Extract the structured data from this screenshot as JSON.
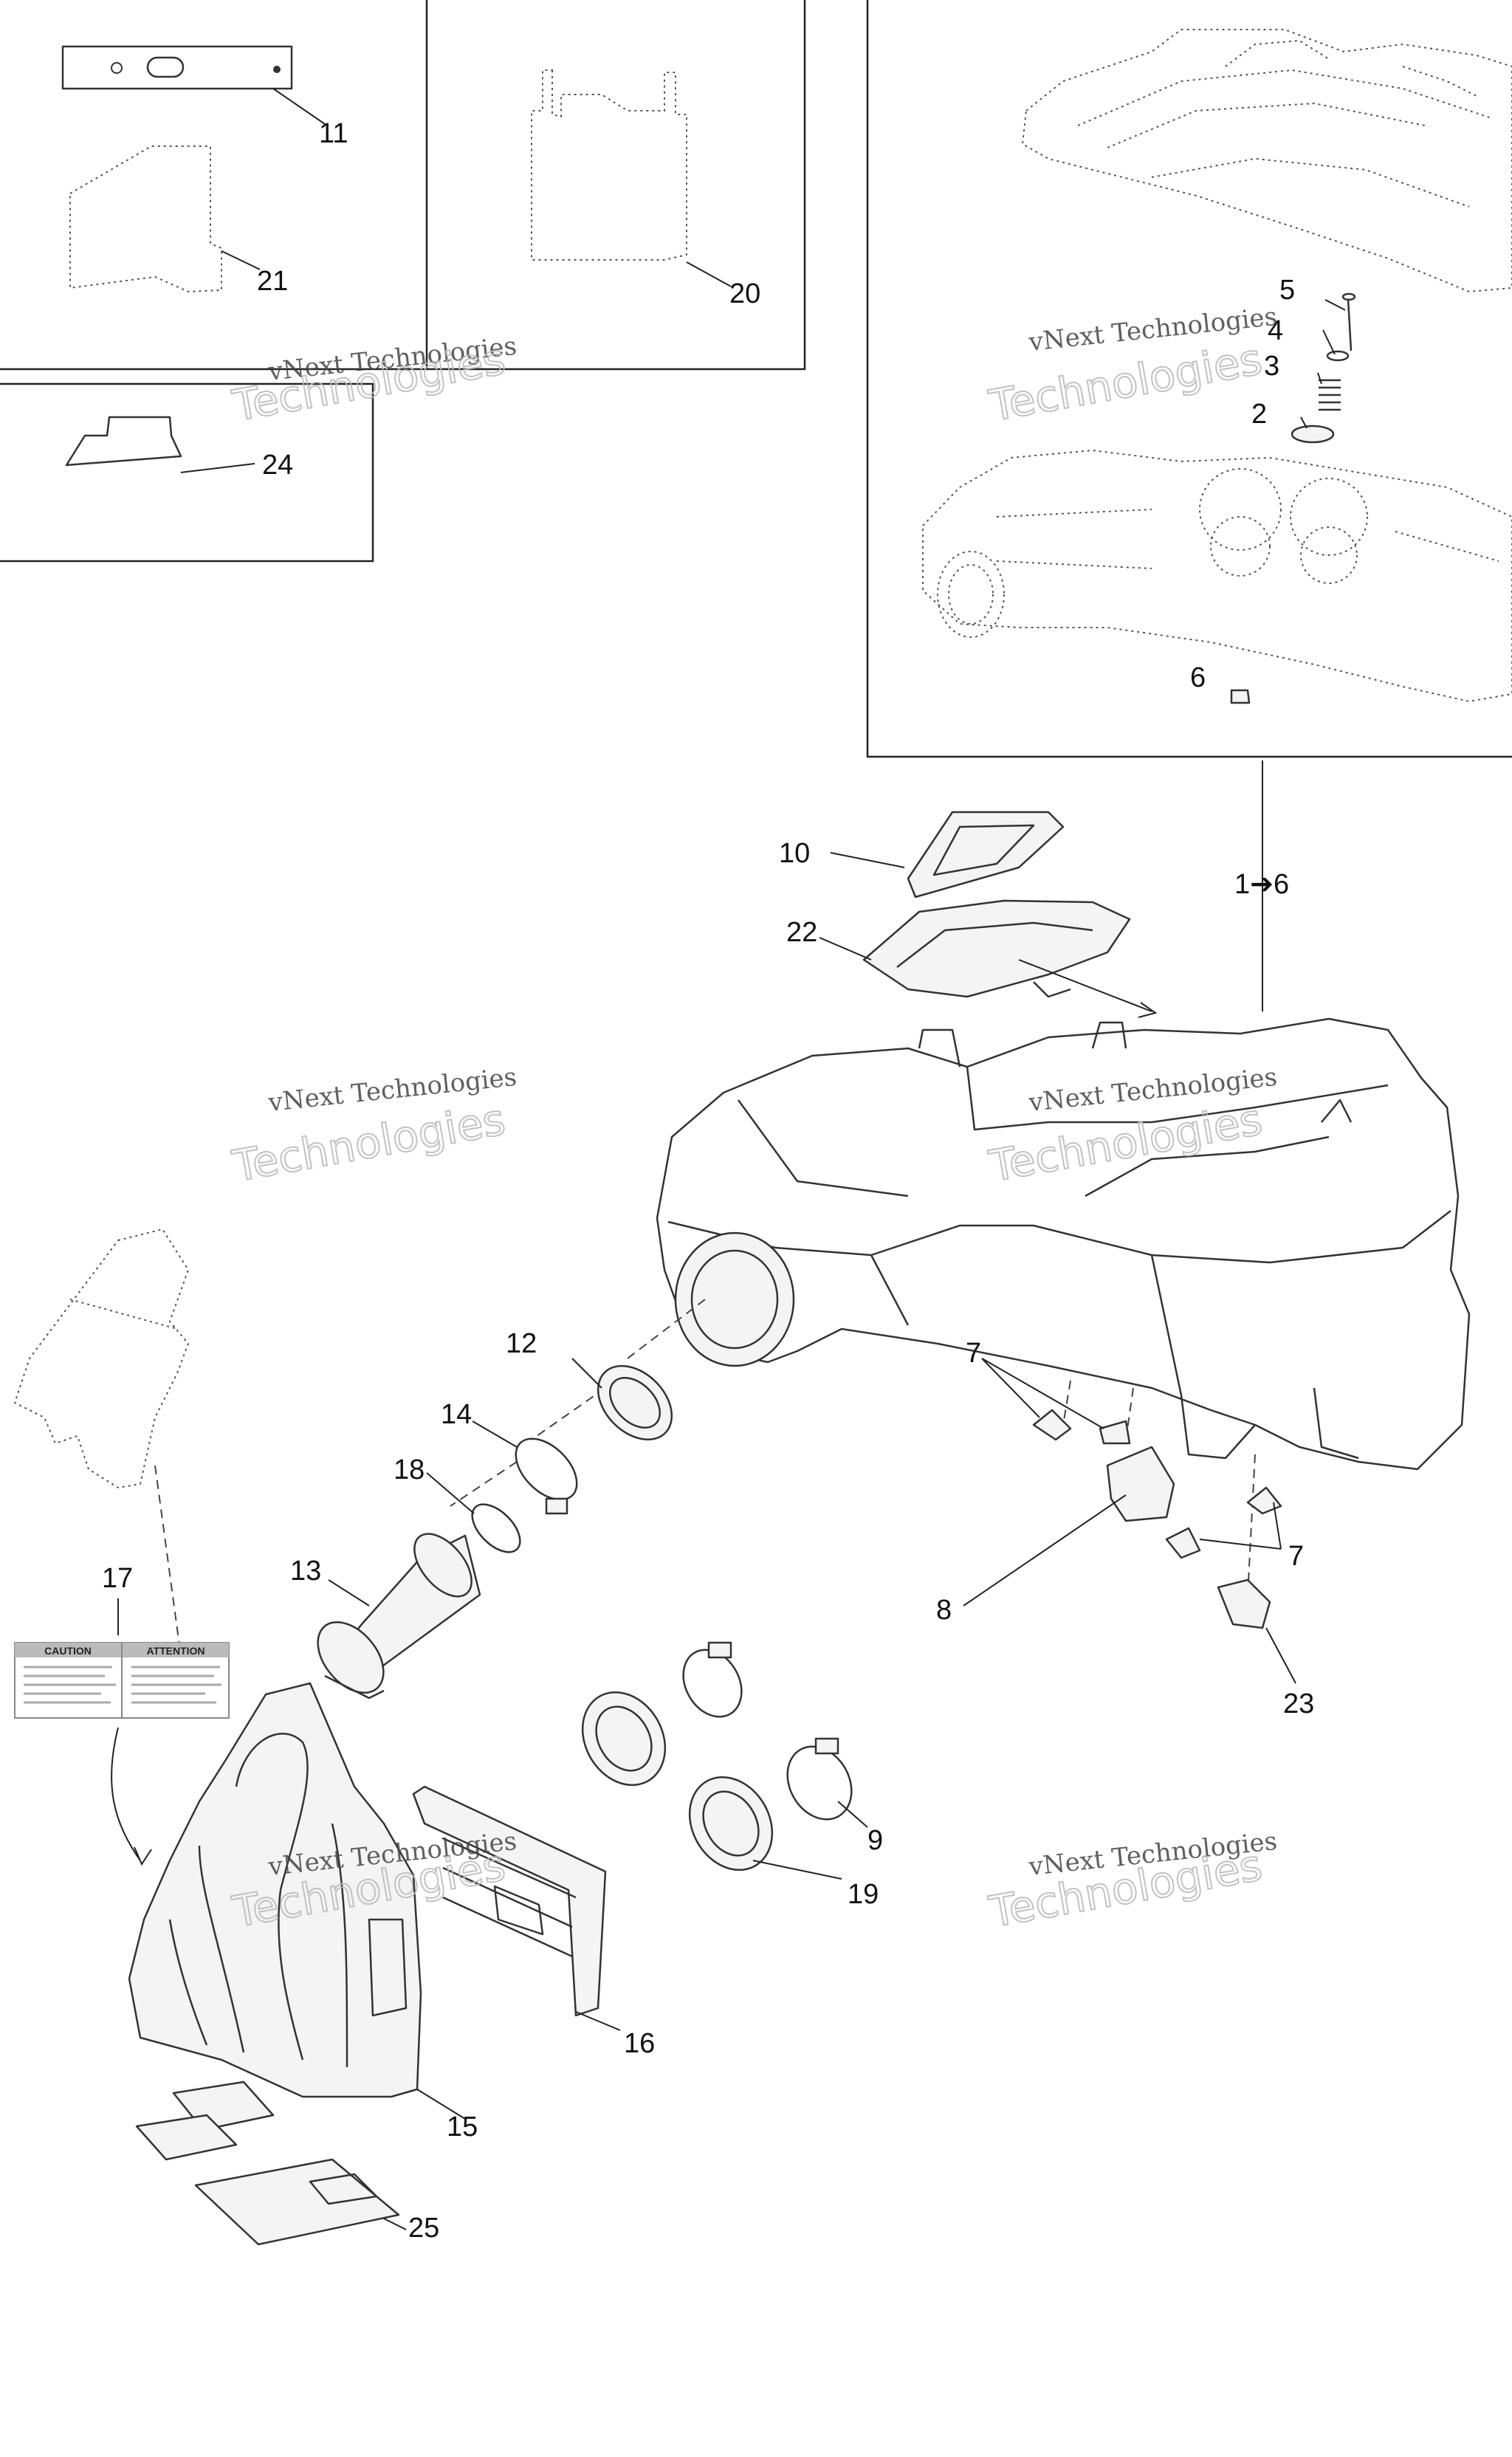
{
  "watermark": {
    "line1": "vNext Technologies",
    "line2": "Technologies"
  },
  "labels": {
    "p1_6": "1➔6",
    "p2": "2",
    "p3": "3",
    "p4": "4",
    "p5": "5",
    "p6": "6",
    "p7a": "7",
    "p7b": "7",
    "p8": "8",
    "p9": "9",
    "p10": "10",
    "p11": "11",
    "p12": "12",
    "p13": "13",
    "p14": "14",
    "p15": "15",
    "p16": "16",
    "p17": "17",
    "p18": "18",
    "p19": "19",
    "p20": "20",
    "p21": "21",
    "p22": "22",
    "p23": "23",
    "p24": "24",
    "p25": "25"
  },
  "decal": {
    "left_title": "CAUTION",
    "right_title": "ATTENTION"
  }
}
